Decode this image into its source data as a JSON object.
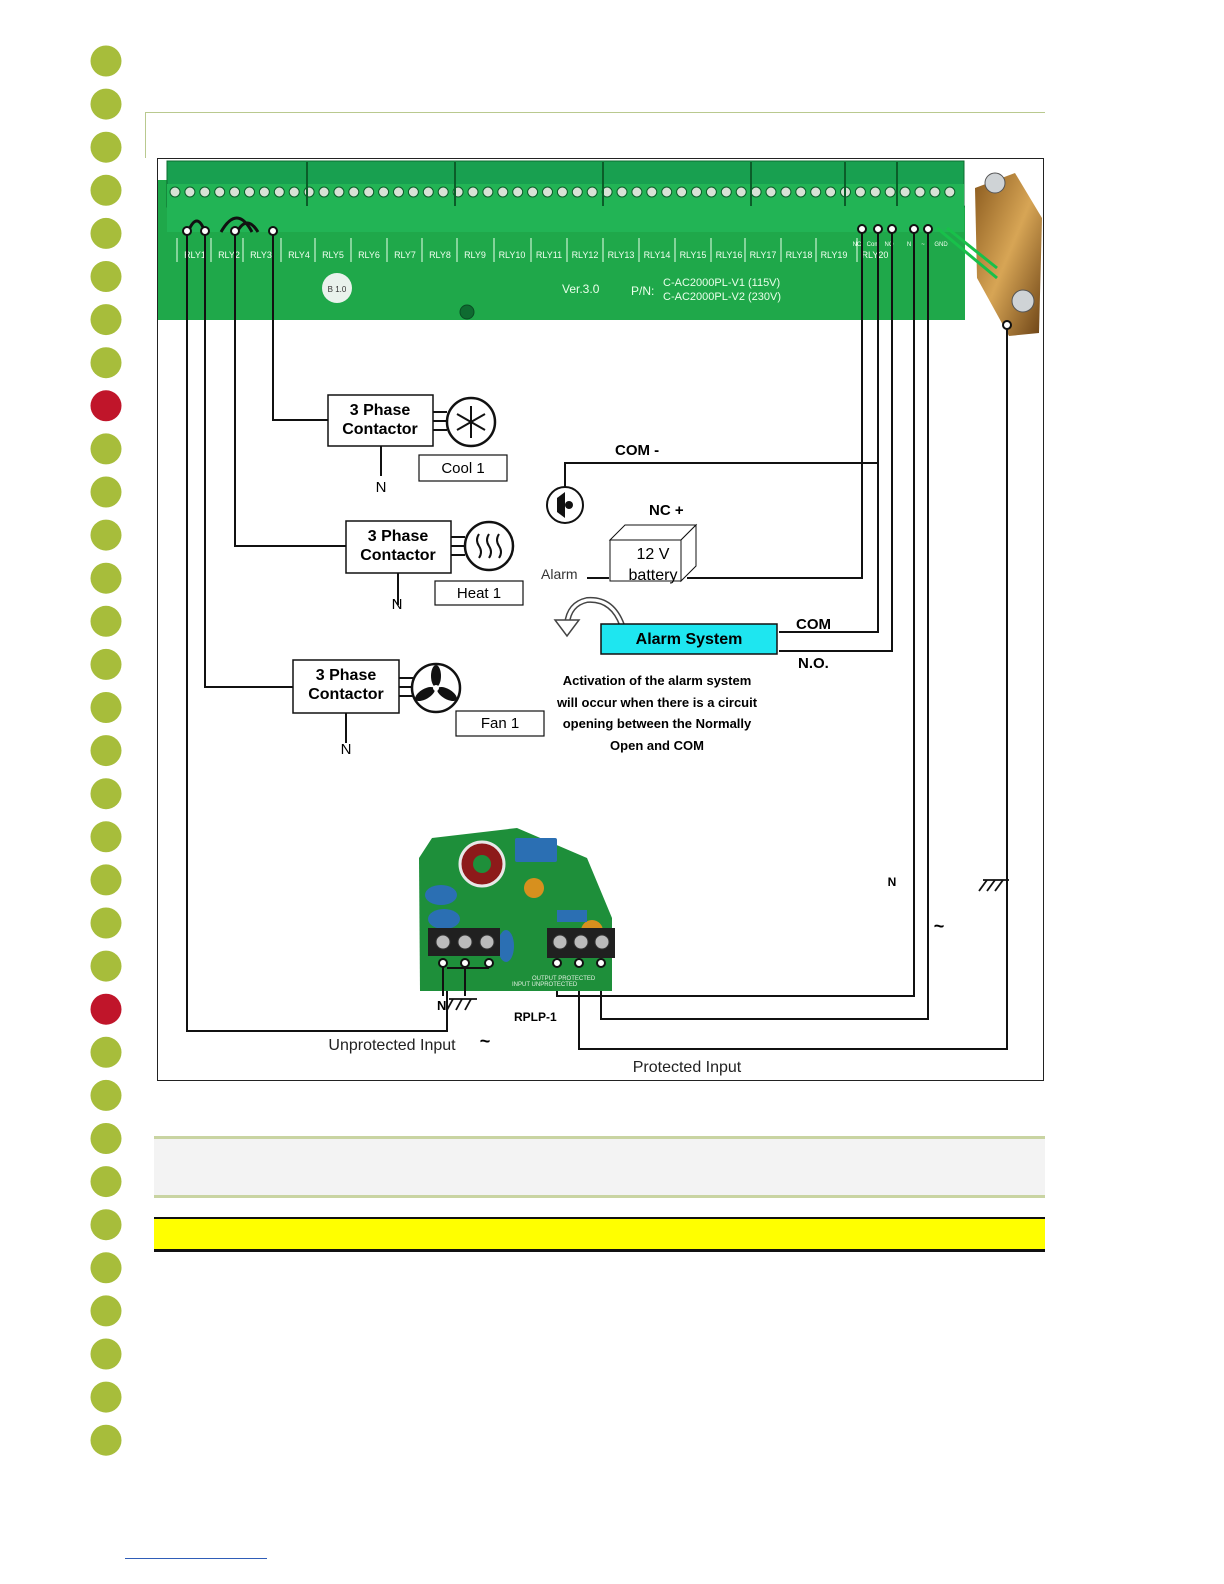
{
  "pcb": {
    "relay_labels": [
      "RLY1",
      "RLY2",
      "RLY3",
      "RLY4",
      "RLY5",
      "RLY6",
      "RLY7",
      "RLY8",
      "RLY9",
      "RLY10",
      "RLY11",
      "RLY12",
      "RLY13",
      "RLY14",
      "RLY15",
      "RLY16",
      "RLY17",
      "RLY18",
      "RLY19",
      "RLY20"
    ],
    "right_labels": [
      "NC",
      "Com",
      "NO",
      "N",
      "~",
      "GND"
    ],
    "version": "Ver.3.0",
    "pn_label": "P/N:",
    "pn_v1": "C-AC2000PL-V1 (115V)",
    "pn_v2": "C-AC2000PL-V2 (230V)",
    "sticker": "B 1.0"
  },
  "contactors": {
    "cool": {
      "line1": "3 Phase",
      "line2": "Contactor",
      "label": "Cool 1",
      "neutral": "N"
    },
    "heat": {
      "line1": "3 Phase",
      "line2": "Contactor",
      "label": "Heat 1",
      "neutral": "N"
    },
    "fan": {
      "line1": "3 Phase",
      "line2": "Contactor",
      "label": "Fan 1",
      "neutral": "N"
    }
  },
  "alarm": {
    "com_minus": "COM -",
    "nc_plus": "NC +",
    "battery_line1": "12 V",
    "battery_line2": "battery",
    "alarm_label": "Alarm",
    "system": "Alarm System",
    "com": "COM",
    "no": "N.O.",
    "note": [
      "Activation of the alarm system",
      "will occur when there is a circuit",
      "opening between the Normally",
      "Open and COM"
    ]
  },
  "protector": {
    "model": "RPLP-1",
    "n_label": "N",
    "n_right": "N",
    "tilde_right": "~",
    "tilde_bottom": "~",
    "unprotected_input": "Unprotected Input",
    "protected_input": "Protected Input",
    "board_in": "INPUT UNPROTECTED",
    "board_out": "OUTPUT PROTECTED"
  },
  "colors": {
    "accent_dot": "#a7bd3b",
    "alert_dot": "#c0152a",
    "pcb": "#1fa84a",
    "alarm_box": "#1ee6f0",
    "highlight": "#ffff00"
  }
}
